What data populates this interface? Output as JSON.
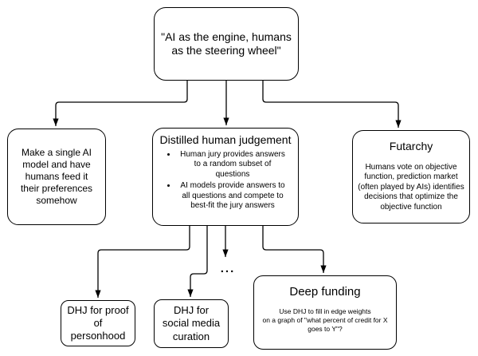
{
  "diagram": {
    "colors": {
      "stroke": "#000000",
      "box_fill": "#ffffff",
      "background": "#ffffff",
      "text": "#000000"
    },
    "root": {
      "label": "\"AI as the engine, humans as the steering wheel\""
    },
    "single_model": {
      "text": "Make a single AI model and have humans feed it their preferences somehow"
    },
    "dhj": {
      "title": "Distilled human judgement",
      "bullets": [
        "Human jury provides answers to a random subset of questions",
        "AI models provide answers to all questions and compete to best-fit the jury answers"
      ]
    },
    "futarchy": {
      "title": "Futarchy",
      "body": "Humans vote on objective function, prediction market (often played by AIs) identifies decisions that optimize the objective function"
    },
    "dhj_personhood": {
      "text": "DHJ for proof of personhood"
    },
    "dhj_social": {
      "text": "DHJ for social media curation"
    },
    "ellipsis": {
      "text": "..."
    },
    "deep_funding": {
      "title": "Deep funding",
      "body_lines": [
        "Use DHJ to fill in edge weights",
        "on a graph of \"what percent of credit for X",
        "goes to Y\"?"
      ]
    }
  }
}
